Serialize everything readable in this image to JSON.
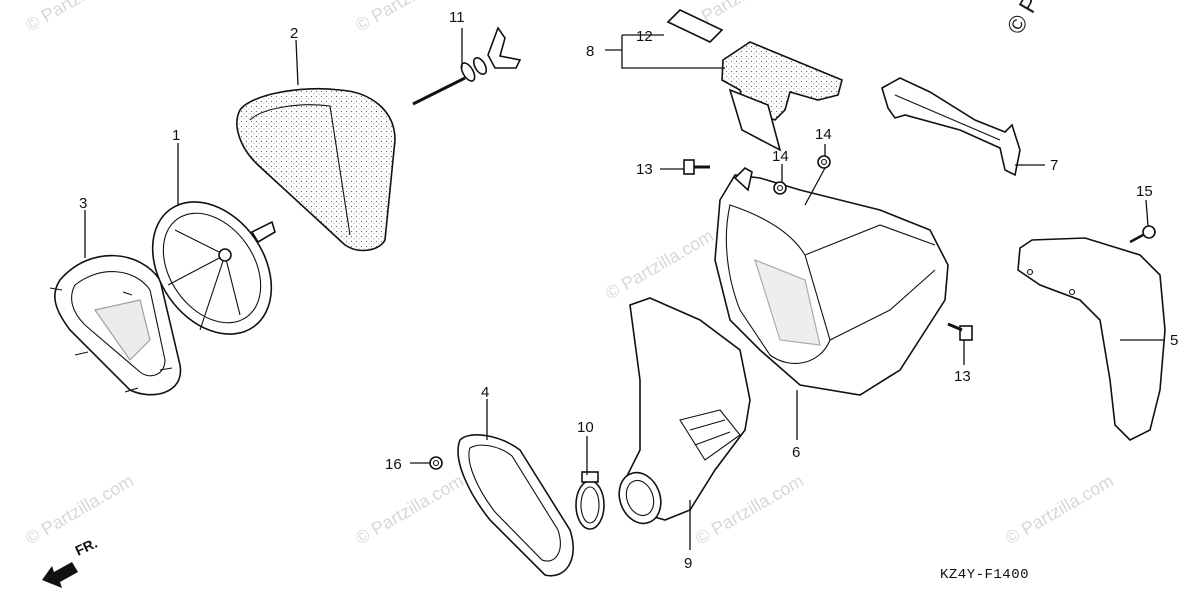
{
  "diagram_code": "KZ4Y-F1400",
  "direction_label": "FR.",
  "copyright_text": "© Pa",
  "watermark_text": "© Partzilla.com",
  "callouts": {
    "c1": "1",
    "c2": "2",
    "c3": "3",
    "c4": "4",
    "c5": "5",
    "c6": "6",
    "c7": "7",
    "c8": "8",
    "c9": "9",
    "c10": "10",
    "c11": "11",
    "c12": "12",
    "c13a": "13",
    "c13b": "13",
    "c14a": "14",
    "c14b": "14",
    "c15": "15",
    "c16": "16"
  }
}
